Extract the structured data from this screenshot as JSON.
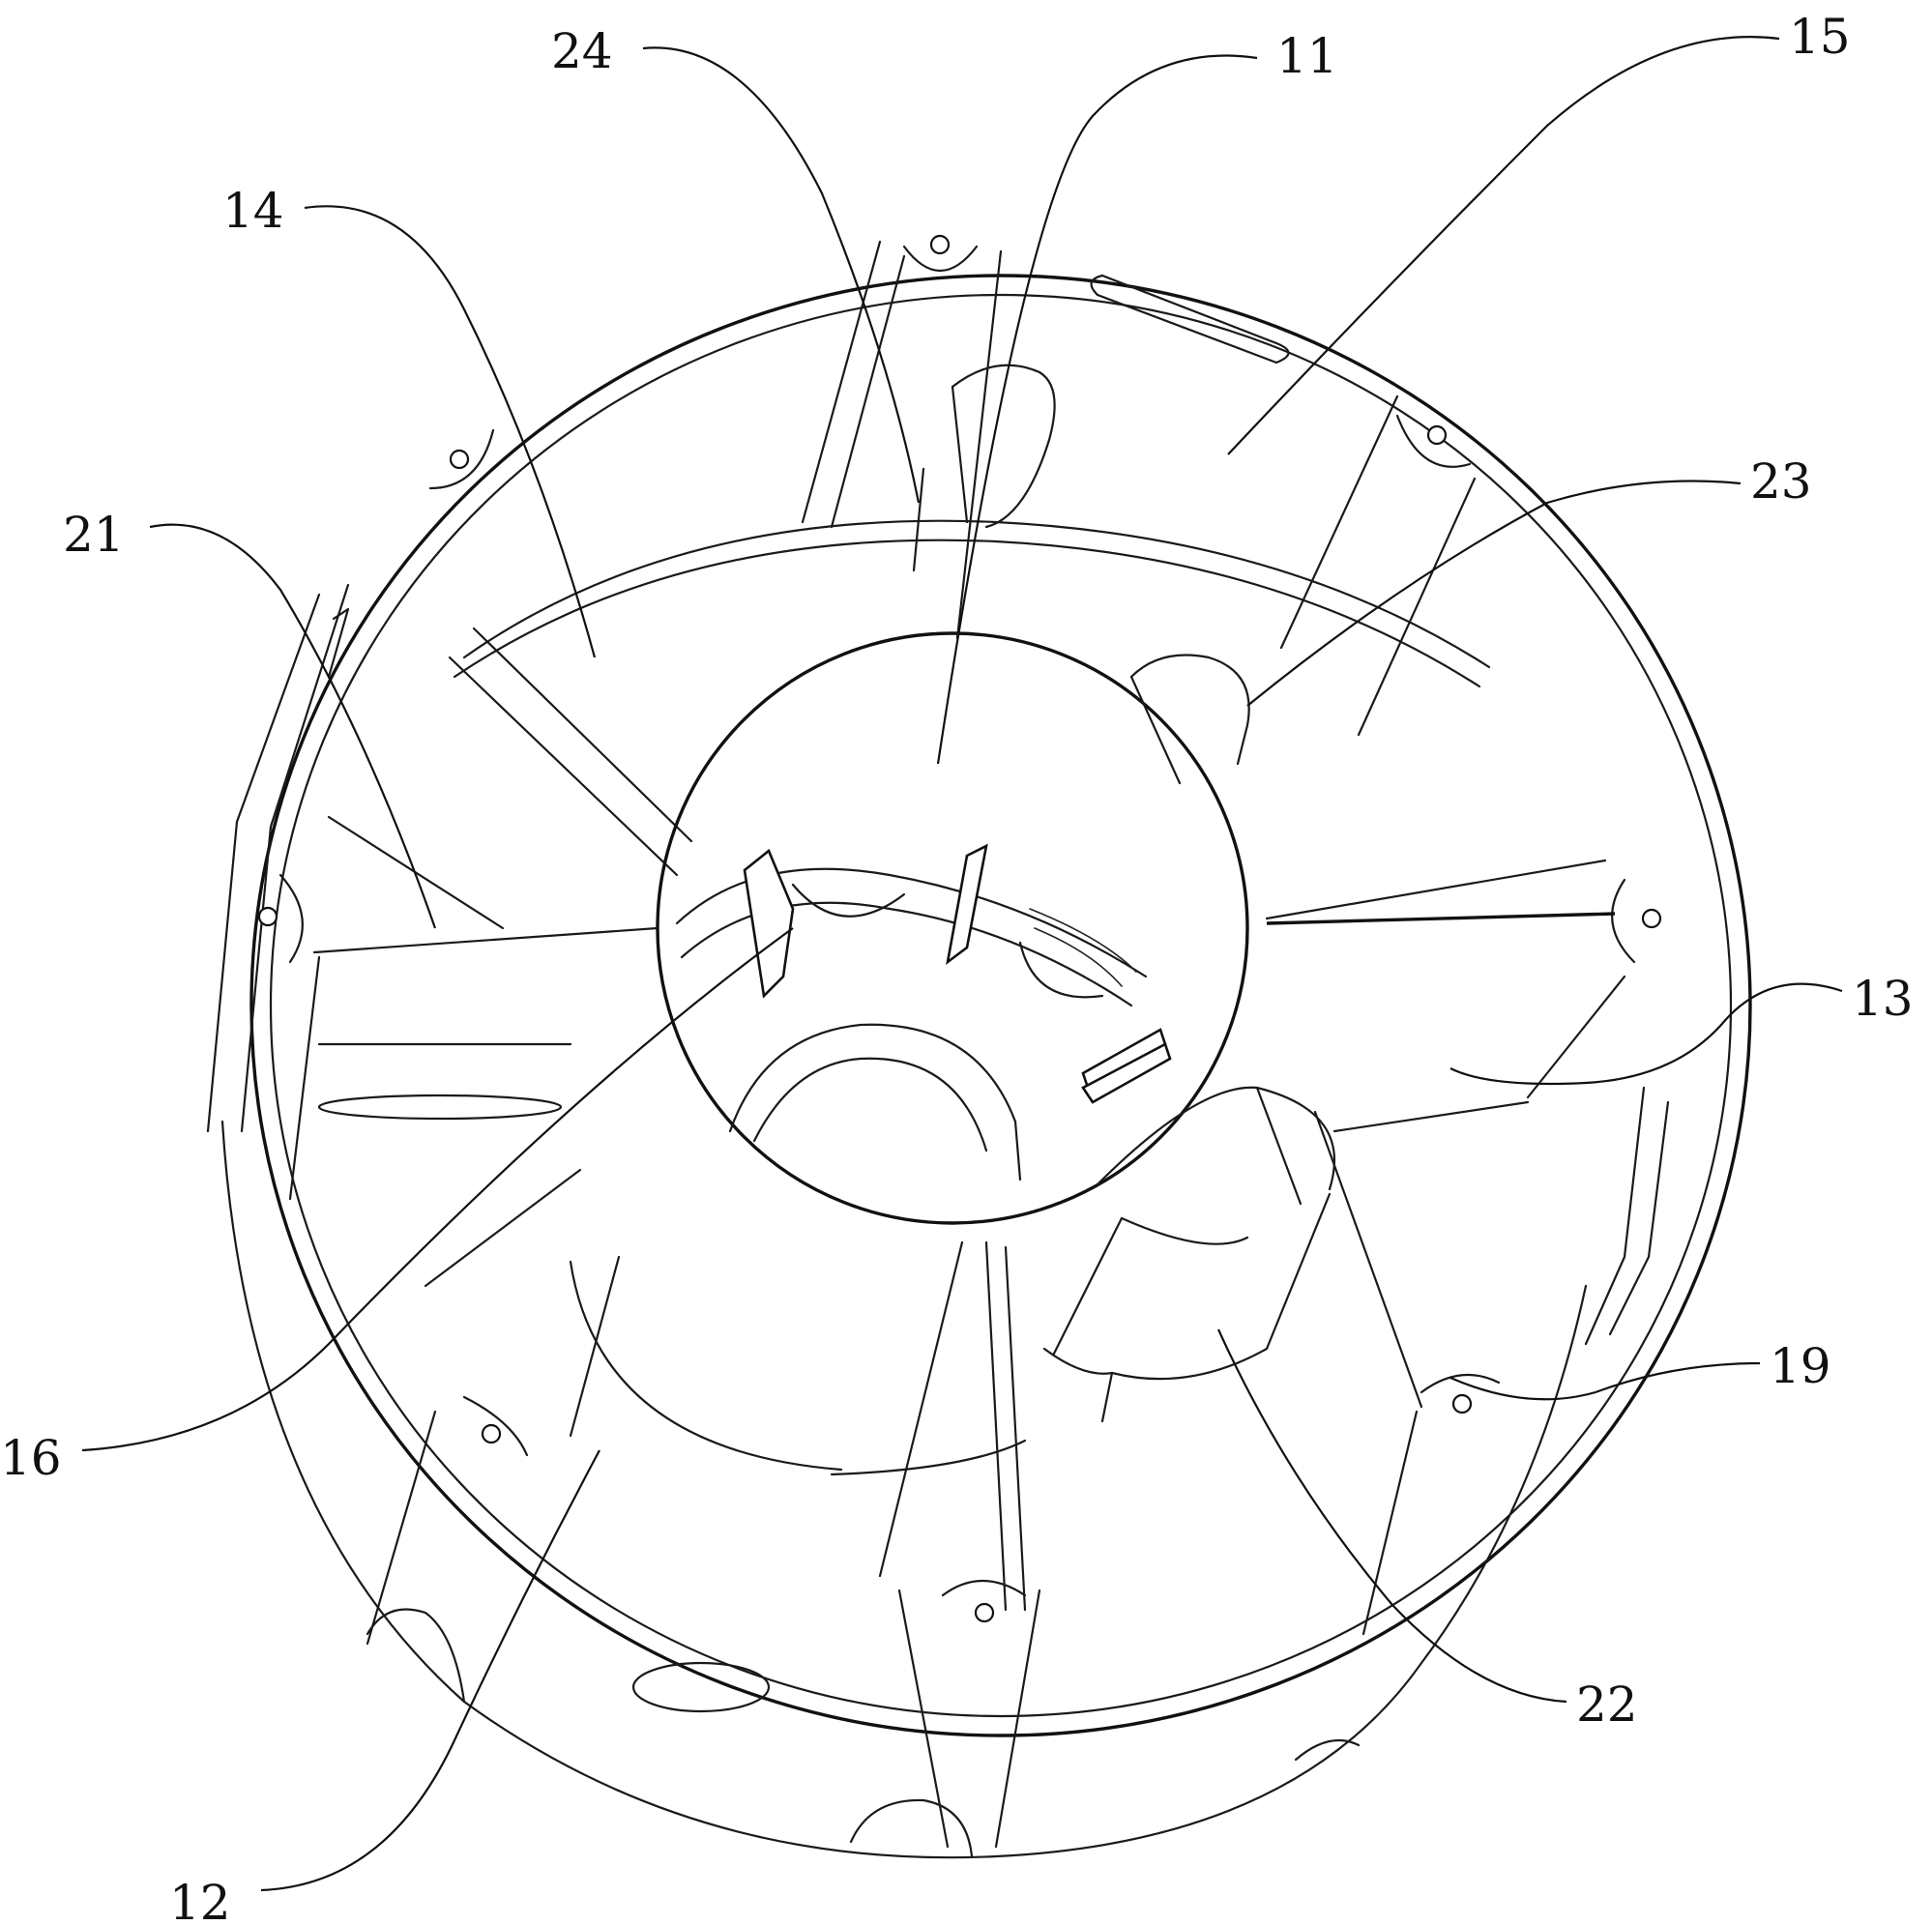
{
  "labels": [
    {
      "id": "11",
      "text": "11"
    },
    {
      "id": "12",
      "text": "12"
    },
    {
      "id": "13",
      "text": "13"
    },
    {
      "id": "14",
      "text": "14"
    },
    {
      "id": "15",
      "text": "15"
    },
    {
      "id": "16",
      "text": "16"
    },
    {
      "id": "19",
      "text": "19"
    },
    {
      "id": "21",
      "text": "21"
    },
    {
      "id": "22",
      "text": "22"
    },
    {
      "id": "23",
      "text": "23"
    },
    {
      "id": "24",
      "text": "24"
    }
  ]
}
